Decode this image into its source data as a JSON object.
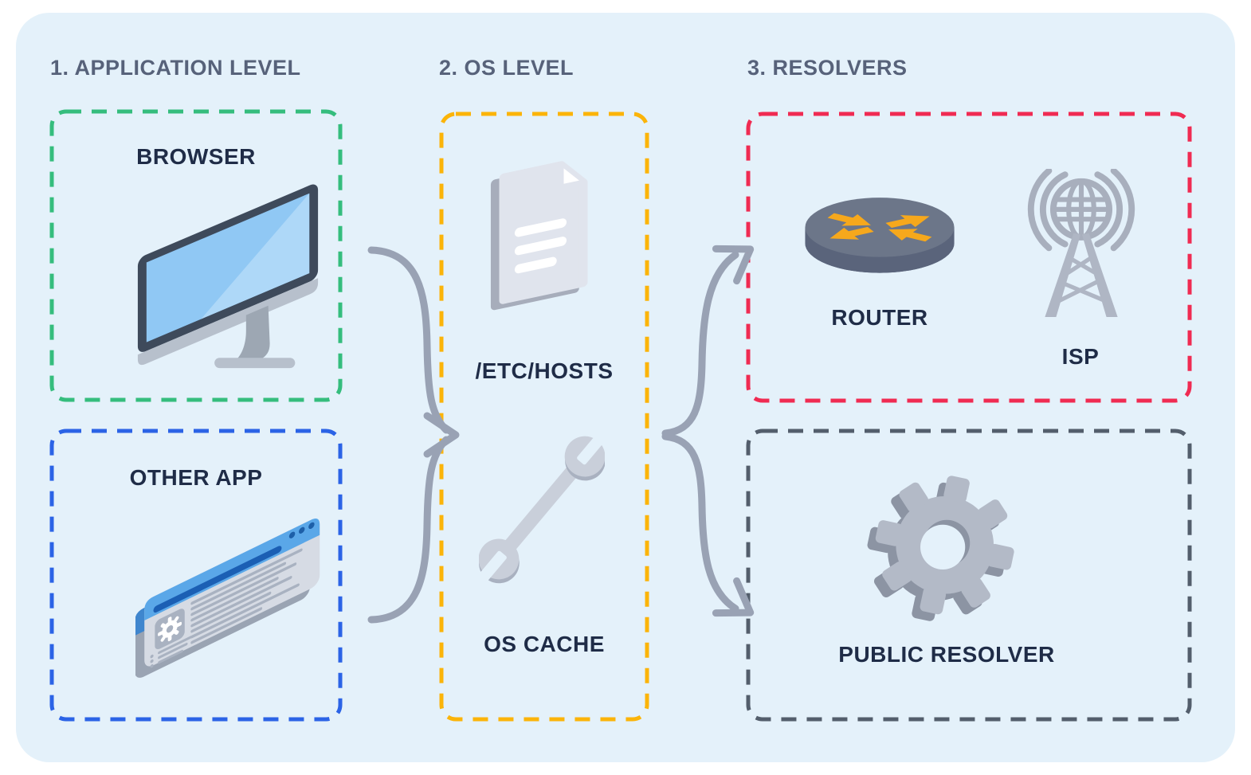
{
  "page": {
    "background_color": "#FFFFFF",
    "panel_color": "#E4F1FA",
    "heading_color": "#57627A",
    "label_color": "#1F2C47",
    "arrow_color": "#99A2B4"
  },
  "sections": {
    "application": {
      "heading": "1. APPLICATION LEVEL",
      "browser": {
        "label": "BROWSER",
        "icon": "desktop-monitor-icon",
        "border_color": "#35BD7D"
      },
      "other_app": {
        "label": "OTHER APP",
        "icon": "app-window-icon",
        "border_color": "#2B63E6"
      }
    },
    "os": {
      "heading": "2. OS LEVEL",
      "border_color": "#FBB409",
      "etc_hosts": {
        "label": "/ETC/HOSTS",
        "icon": "hosts-file-icon"
      },
      "os_cache": {
        "label": "OS CACHE",
        "icon": "wrench-icon"
      }
    },
    "resolvers": {
      "heading": "3. RESOLVERS",
      "network": {
        "border_color": "#F02B52",
        "router": {
          "label": "ROUTER",
          "icon": "router-icon"
        },
        "isp": {
          "label": "ISP",
          "icon": "radio-tower-icon"
        }
      },
      "public": {
        "border_color": "#535E6C",
        "label": "PUBLIC RESOLVER",
        "icon": "gear-icon"
      }
    }
  },
  "flow": {
    "connections": [
      {
        "from": "BROWSER",
        "to": "OS LEVEL"
      },
      {
        "from": "OTHER APP",
        "to": "OS LEVEL"
      },
      {
        "from": "OS LEVEL",
        "to": "ROUTER / ISP"
      },
      {
        "from": "OS LEVEL",
        "to": "PUBLIC RESOLVER"
      }
    ]
  }
}
